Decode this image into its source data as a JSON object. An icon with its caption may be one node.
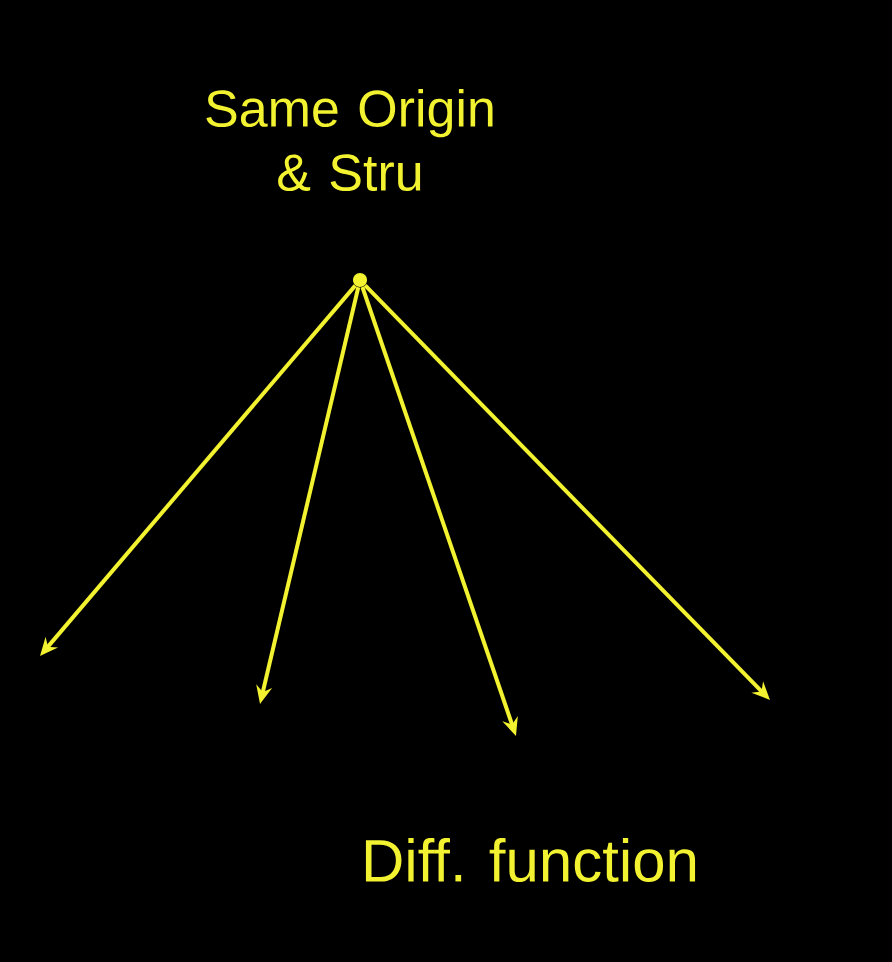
{
  "diagram": {
    "nodes": [
      {
        "text": [
          "Same Origin & Stru"
        ]
      },
      {
        "text": [],
        "shape": "circle"
      }
    ],
    "edges": [
      {
        "from": 1,
        "to": null,
        "arrow": "to"
      },
      {
        "from": 1,
        "to": null,
        "arrow": "to"
      },
      {
        "from": 1,
        "to": null,
        "arrow": "to"
      },
      {
        "from": 1,
        "to": null,
        "arrow": "to"
      }
    ],
    "labels": [
      "Diff. function"
    ]
  }
}
